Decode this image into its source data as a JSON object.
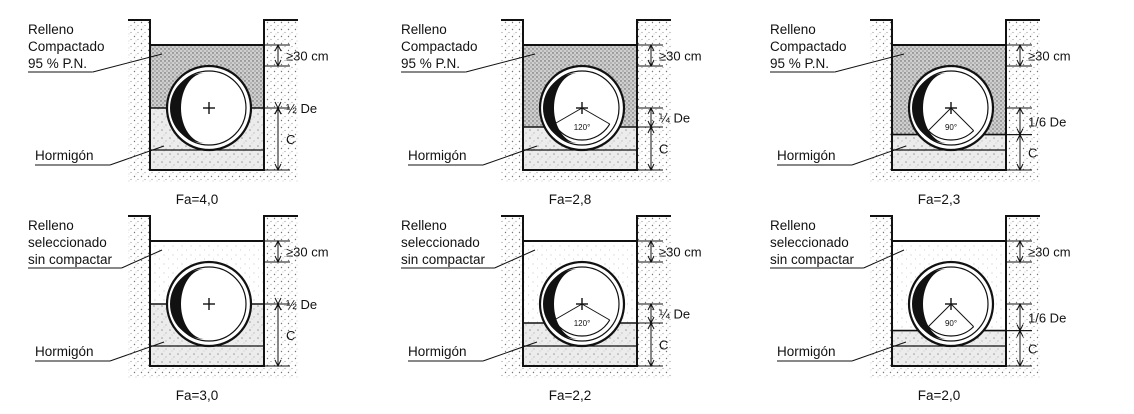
{
  "panels": [
    {
      "label_lines": [
        "Relleno",
        "Compactado",
        "95 % P.N."
      ],
      "compacted": true,
      "dim_top": "≥30 cm",
      "dim_mid": "½ De",
      "dim_bottom": "C",
      "base_label": "Hormigón",
      "angle_label": "",
      "factor": "Fa=4,0"
    },
    {
      "label_lines": [
        "Relleno",
        "Compactado",
        "95 % P.N."
      ],
      "compacted": true,
      "dim_top": "≥30 cm",
      "dim_mid": "¼ De",
      "dim_bottom": "C",
      "base_label": "Hormigón",
      "angle_label": "120°",
      "factor": "Fa=2,8"
    },
    {
      "label_lines": [
        "Relleno",
        "Compactado",
        "95 % P.N."
      ],
      "compacted": true,
      "dim_top": "≥30 cm",
      "dim_mid": "1/6 De",
      "dim_bottom": "C",
      "base_label": "Hormigón",
      "angle_label": "90°",
      "factor": "Fa=2,3"
    },
    {
      "label_lines": [
        "Relleno",
        "seleccionado",
        "sin compactar"
      ],
      "compacted": false,
      "dim_top": "≥30 cm",
      "dim_mid": "½ De",
      "dim_bottom": "C",
      "base_label": "Hormigón",
      "angle_label": "",
      "factor": "Fa=3,0"
    },
    {
      "label_lines": [
        "Relleno",
        "seleccionado",
        "sin compactar"
      ],
      "compacted": false,
      "dim_top": "≥30 cm",
      "dim_mid": "¼ De",
      "dim_bottom": "C",
      "base_label": "Hormigón",
      "angle_label": "120°",
      "factor": "Fa=2,2"
    },
    {
      "label_lines": [
        "Relleno",
        "seleccionado",
        "sin compactar"
      ],
      "compacted": false,
      "dim_top": "≥30 cm",
      "dim_mid": "1/6 De",
      "dim_bottom": "C",
      "base_label": "Hormigón",
      "angle_label": "90°",
      "factor": "Fa=2,0"
    }
  ]
}
